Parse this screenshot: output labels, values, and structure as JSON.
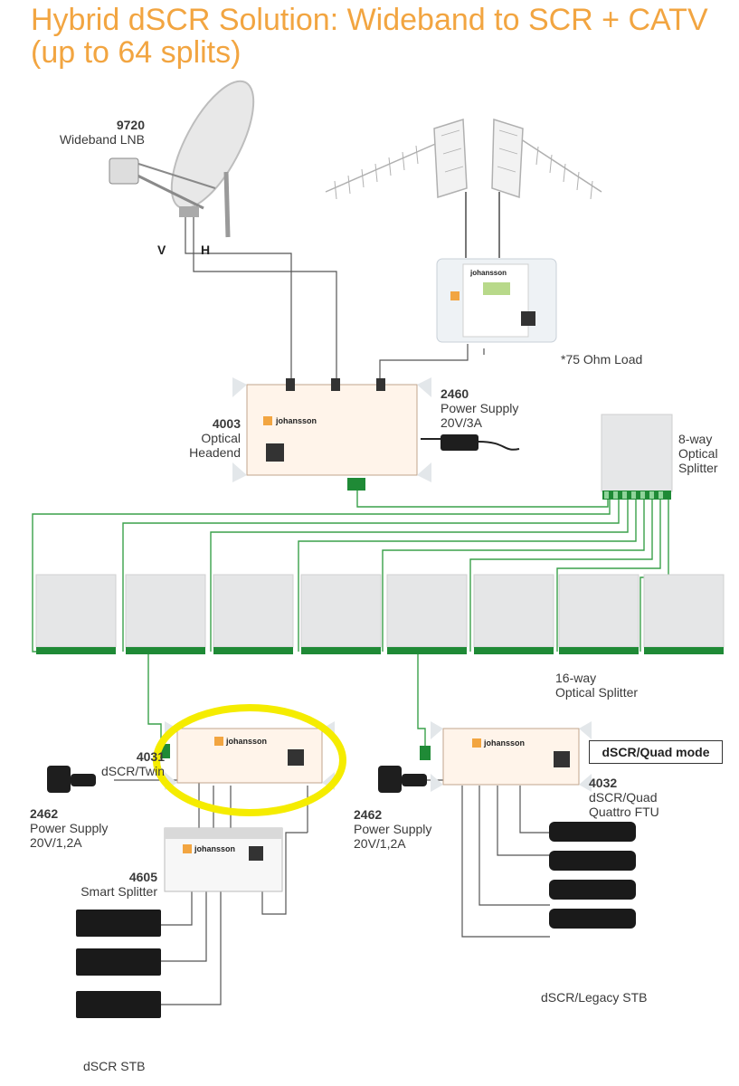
{
  "title": {
    "line1": "Hybrid dSCR Solution: Wideband to SCR + CATV",
    "line2": "(up to 64 splits)"
  },
  "lnb": {
    "code": "9720",
    "name": "Wideband LNB"
  },
  "polarities": {
    "v": "V",
    "h": "H"
  },
  "load_note": "*75 Ohm Load",
  "headend": {
    "code": "4003",
    "line1": "Optical",
    "line2": "Headend"
  },
  "psu_headend": {
    "code": "2460",
    "line1": "Power Supply",
    "line2": "20V/3A"
  },
  "splitter8": {
    "line1": "8-way",
    "line2": "Optical",
    "line3": "Splitter"
  },
  "splitter16": {
    "line1": "16-way",
    "line2": "Optical Splitter"
  },
  "twin": {
    "code": "4031",
    "name": "dSCR/Twin"
  },
  "quad": {
    "code": "4032",
    "line1": "dSCR/Quad",
    "line2": "Quattro FTU"
  },
  "quad_mode": "dSCR/Quad mode",
  "psu_left": {
    "code": "2462",
    "line1": "Power Supply",
    "line2": "20V/1,2A"
  },
  "psu_right": {
    "code": "2462",
    "line1": "Power Supply",
    "line2": "20V/1,2A"
  },
  "smart_splitter": {
    "code": "4605",
    "name": "Smart Splitter"
  },
  "stb_left": "dSCR STB",
  "stb_right": "dSCR/Legacy STB",
  "brand": "johansson",
  "colors": {
    "title": "#f2a541",
    "fiber": "#3aa14a",
    "highlight": "#f5ec00",
    "connector": "#1f8a36"
  }
}
